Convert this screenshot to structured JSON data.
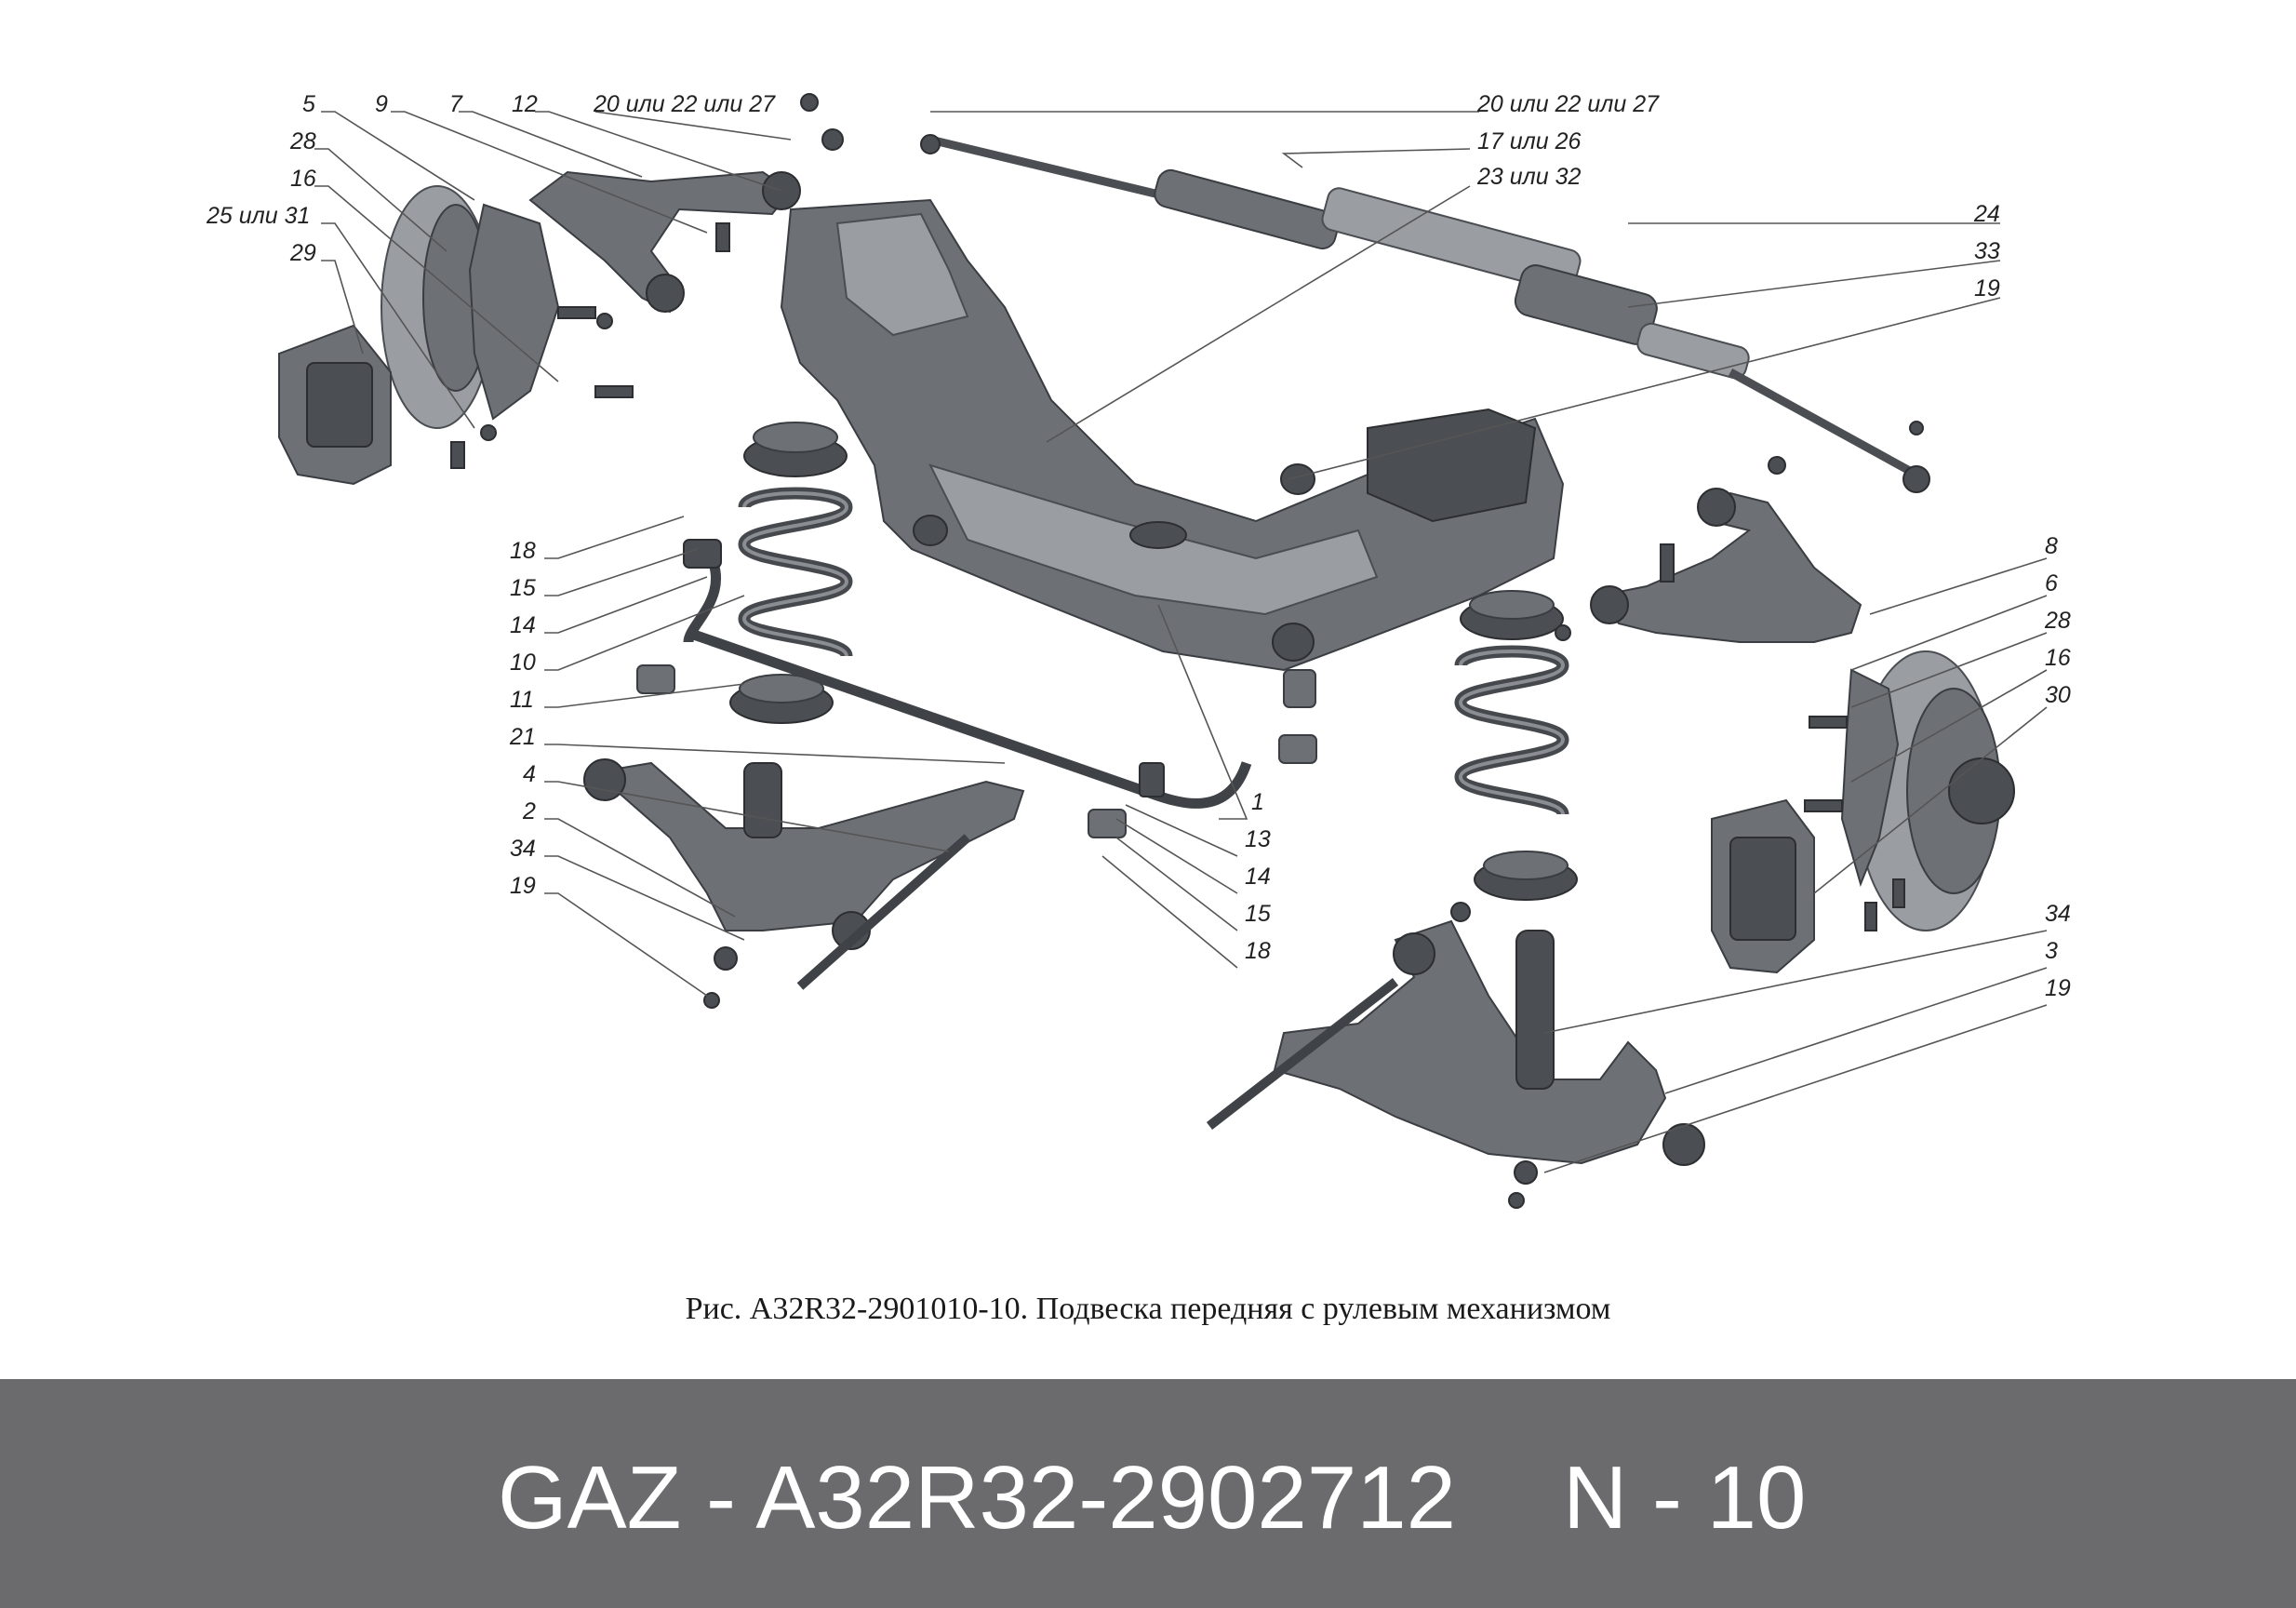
{
  "caption": "Рис. А32R32-2901010-10. Подвеска передняя с рулевым механизмом",
  "footer": {
    "part_number": "GAZ - A32R32-2902712",
    "page": "N - 10"
  },
  "callouts": {
    "c5": "5",
    "c9": "9",
    "c7": "7",
    "c12": "12",
    "c20_top_left": "20 или 22 или 27",
    "c28_left": "28",
    "c16_left": "16",
    "c25": "25 или 31",
    "c29": "29",
    "c20_top_right": "20 или 22 или 27",
    "c17": "17 или 26",
    "c23": "23 или 32",
    "c24": "24",
    "c33": "33",
    "c19_upper": "19",
    "c18_left": "18",
    "c15_left": "15",
    "c14_left": "14",
    "c10": "10",
    "c11": "11",
    "c21": "21",
    "c4": "4",
    "c2": "2",
    "c34_left": "34",
    "c19_left": "19",
    "c1": "1",
    "c13": "13",
    "c14_center": "14",
    "c15_center": "15",
    "c18_center": "18",
    "c8": "8",
    "c6": "6",
    "c28_right": "28",
    "c16_right": "16",
    "c30": "30",
    "c34_right": "34",
    "c3": "3",
    "c19_right": "19"
  }
}
